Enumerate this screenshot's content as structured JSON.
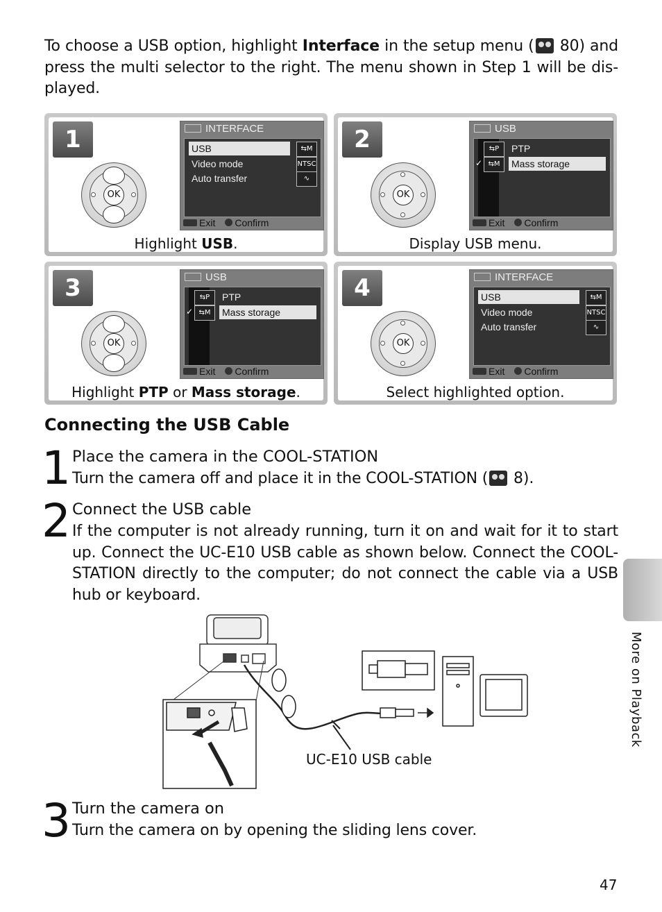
{
  "intro": {
    "p1": "To choose a USB option, highlight ",
    "bold1": "Interface",
    "p2": " in the setup menu (",
    "ref1": "80",
    "p3": ") and press the multi selector to the right.  The menu shown in Step 1 will be dis-played."
  },
  "panels": [
    {
      "num": "1",
      "menu_title": "INTERFACE",
      "rows": [
        "USB",
        "Video mode",
        "Auto transfer"
      ],
      "row_icons": [
        "usb-m-icon",
        "ntsc-icon",
        "wave-icon"
      ],
      "highlight": 0,
      "foot_exit": "Exit",
      "foot_confirm": "Confirm",
      "cap_pre": "Highlight ",
      "cap_bold": "USB",
      "cap_post": ".",
      "cap_bold2": "",
      "cap_mid": "",
      "cap_post2": ""
    },
    {
      "num": "2",
      "menu_title": "USB",
      "rows": [
        "PTP",
        "Mass storage"
      ],
      "row_icons": [
        "usb-p-icon",
        "usb-m-icon"
      ],
      "highlight": 1,
      "foot_exit": "Exit",
      "foot_confirm": "Confirm",
      "cap_pre": "Display USB menu.",
      "cap_bold": "",
      "cap_post": ""
    },
    {
      "num": "3",
      "menu_title": "USB",
      "rows": [
        "PTP",
        "Mass storage"
      ],
      "row_icons": [
        "usb-p-icon",
        "usb-m-icon"
      ],
      "highlight": 1,
      "foot_exit": "Exit",
      "foot_confirm": "Confirm",
      "cap_pre": "Highlight ",
      "cap_bold": "PTP",
      "cap_mid": " or ",
      "cap_bold2": "Mass storage",
      "cap_post": "."
    },
    {
      "num": "4",
      "menu_title": "INTERFACE",
      "rows": [
        "USB",
        "Video mode",
        "Auto transfer"
      ],
      "row_icons": [
        "usb-m-icon",
        "ntsc-icon",
        "wave-icon"
      ],
      "highlight": 0,
      "foot_exit": "Exit",
      "foot_confirm": "Confirm",
      "cap_pre": "Select highlighted option.",
      "cap_bold": "",
      "cap_post": ""
    }
  ],
  "ok_label": "OK",
  "section_title": "Connecting the USB Cable",
  "steps": [
    {
      "num": "1",
      "title": "Place the camera in the COOL-STATION",
      "body": "Turn the camera off and place it in the COOL-STATION (",
      "ref": "8",
      "body_end": ")."
    },
    {
      "num": "2",
      "title": "Connect the USB cable",
      "body": "If the computer is not already running, turn it on and wait for it to start up.  Connect the UC-E10 USB cable as shown below.  Connect the COOL-STATION directly to the computer; do not connect the cable via a USB hub or keyboard."
    },
    {
      "num": "3",
      "title": "Turn the camera on",
      "body": "Turn the camera on by opening the sliding lens cover."
    }
  ],
  "cable_caption": "UC-E10 USB cable",
  "side_tab": "More on Playback",
  "page_number": "47"
}
